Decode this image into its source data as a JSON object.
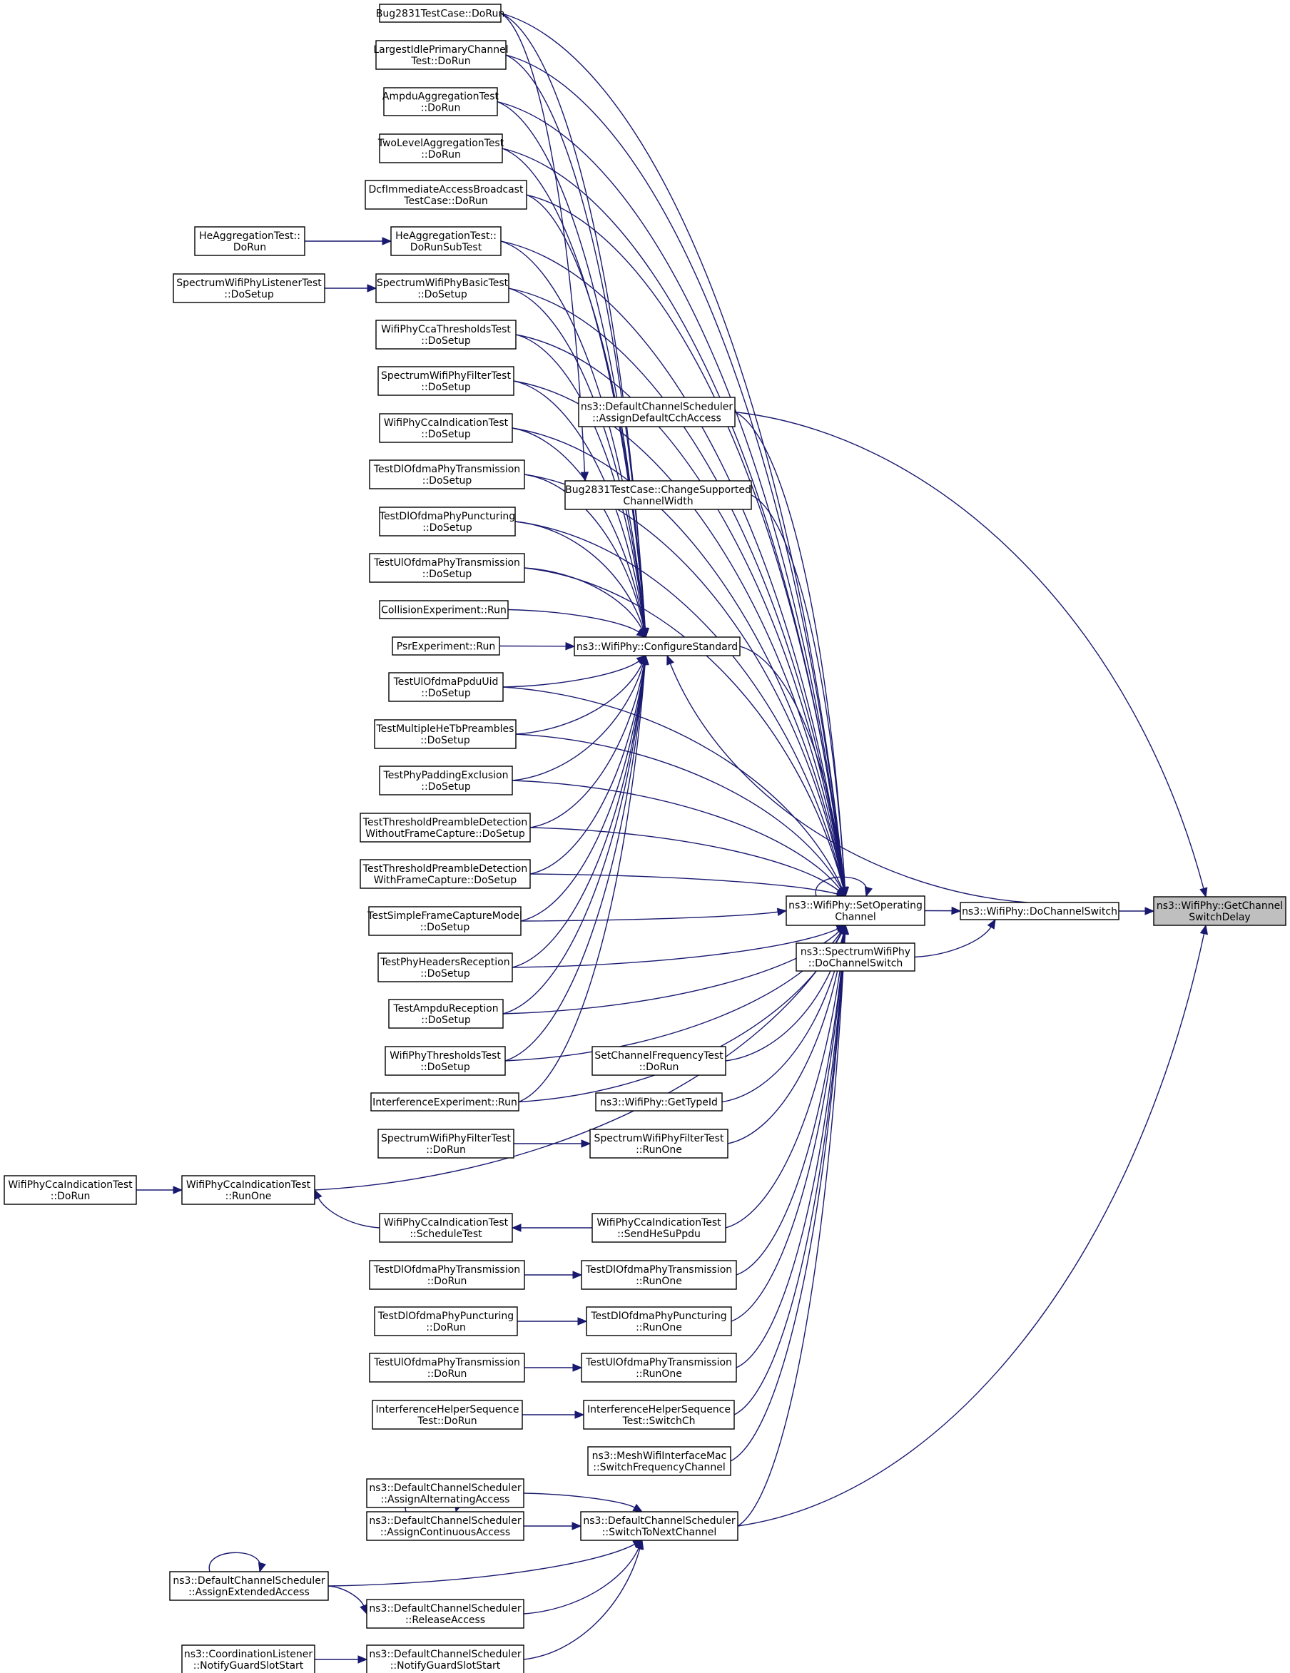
{
  "diagram": {
    "type": "call-graph",
    "edge_color": "#191970",
    "root_fill": "#bfbfbf",
    "nodes": [
      {
        "id": "getswitch",
        "lines": [
          "ns3::WifiPhy::GetChannel",
          "SwitchDelay"
        ],
        "root": true
      },
      {
        "id": "dochannelswitch",
        "lines": [
          "ns3::WifiPhy::DoChannelSwitch"
        ]
      },
      {
        "id": "specdcs",
        "lines": [
          "ns3::SpectrumWifiPhy",
          "::DoChannelSwitch"
        ]
      },
      {
        "id": "setop",
        "lines": [
          "ns3::WifiPhy::SetOperating",
          "Channel"
        ]
      },
      {
        "id": "configstd",
        "lines": [
          "ns3::WifiPhy::ConfigureStandard"
        ]
      },
      {
        "id": "assigndefault",
        "lines": [
          "ns3::DefaultChannelScheduler",
          "::AssignDefaultCchAccess"
        ]
      },
      {
        "id": "changesupported",
        "lines": [
          "Bug2831TestCase::ChangeSupported",
          "ChannelWidth"
        ]
      },
      {
        "id": "switchnext",
        "lines": [
          "ns3::DefaultChannelScheduler",
          "::SwitchToNextChannel"
        ]
      },
      {
        "id": "bug2831",
        "lines": [
          "Bug2831TestCase::DoRun"
        ]
      },
      {
        "id": "largestidle",
        "lines": [
          "LargestIdlePrimaryChannel",
          "Test::DoRun"
        ]
      },
      {
        "id": "ampduagg",
        "lines": [
          "AmpduAggregationTest",
          "::DoRun"
        ]
      },
      {
        "id": "twolevel",
        "lines": [
          "TwoLevelAggregationTest",
          "::DoRun"
        ]
      },
      {
        "id": "dcfimm",
        "lines": [
          "DcfImmediateAccessBroadcast",
          "TestCase::DoRun"
        ]
      },
      {
        "id": "heaggsub",
        "lines": [
          "HeAggregationTest::",
          "DoRunSubTest"
        ]
      },
      {
        "id": "heaggrun",
        "lines": [
          "HeAggregationTest::",
          "DoRun"
        ]
      },
      {
        "id": "specbasic",
        "lines": [
          "SpectrumWifiPhyBasicTest",
          "::DoSetup"
        ]
      },
      {
        "id": "speclistener",
        "lines": [
          "SpectrumWifiPhyListenerTest",
          "::DoSetup"
        ]
      },
      {
        "id": "ccathresh",
        "lines": [
          "WifiPhyCcaThresholdsTest",
          "::DoSetup"
        ]
      },
      {
        "id": "specfiltersetup",
        "lines": [
          "SpectrumWifiPhyFilterTest",
          "::DoSetup"
        ]
      },
      {
        "id": "ccaindsetup",
        "lines": [
          "WifiPhyCcaIndicationTest",
          "::DoSetup"
        ]
      },
      {
        "id": "dltxsetup",
        "lines": [
          "TestDlOfdmaPhyTransmission",
          "::DoSetup"
        ]
      },
      {
        "id": "dlpuncsetup",
        "lines": [
          "TestDlOfdmaPhyPuncturing",
          "::DoSetup"
        ]
      },
      {
        "id": "ultxsetup",
        "lines": [
          "TestUlOfdmaPhyTransmission",
          "::DoSetup"
        ]
      },
      {
        "id": "collision",
        "lines": [
          "CollisionExperiment::Run"
        ]
      },
      {
        "id": "psr",
        "lines": [
          "PsrExperiment::Run"
        ]
      },
      {
        "id": "ulppdu",
        "lines": [
          "TestUlOfdmaPpduUid",
          "::DoSetup"
        ]
      },
      {
        "id": "multihetb",
        "lines": [
          "TestMultipleHeTbPreambles",
          "::DoSetup"
        ]
      },
      {
        "id": "padding",
        "lines": [
          "TestPhyPaddingExclusion",
          "::DoSetup"
        ]
      },
      {
        "id": "threshwithout",
        "lines": [
          "TestThresholdPreambleDetection",
          "WithoutFrameCapture::DoSetup"
        ]
      },
      {
        "id": "threshwith",
        "lines": [
          "TestThresholdPreambleDetection",
          "WithFrameCapture::DoSetup"
        ]
      },
      {
        "id": "simplecapture",
        "lines": [
          "TestSimpleFrameCaptureModel",
          "::DoSetup"
        ]
      },
      {
        "id": "headers",
        "lines": [
          "TestPhyHeadersReception",
          "::DoSetup"
        ]
      },
      {
        "id": "ampdurx",
        "lines": [
          "TestAmpduReception",
          "::DoSetup"
        ]
      },
      {
        "id": "phythresh",
        "lines": [
          "WifiPhyThresholdsTest",
          "::DoSetup"
        ]
      },
      {
        "id": "interfexp",
        "lines": [
          "InterferenceExperiment::Run"
        ]
      },
      {
        "id": "setchanfreq",
        "lines": [
          "SetChannelFrequencyTest",
          "::DoRun"
        ]
      },
      {
        "id": "gettypeid",
        "lines": [
          "ns3::WifiPhy::GetTypeId"
        ]
      },
      {
        "id": "specfilterrunone",
        "lines": [
          "SpectrumWifiPhyFilterTest",
          "::RunOne"
        ]
      },
      {
        "id": "specfilterdorun",
        "lines": [
          "SpectrumWifiPhyFilterTest",
          "::DoRun"
        ]
      },
      {
        "id": "ccaindrunone",
        "lines": [
          "WifiPhyCcaIndicationTest",
          "::RunOne"
        ]
      },
      {
        "id": "ccainddorun",
        "lines": [
          "WifiPhyCcaIndicationTest",
          "::DoRun"
        ]
      },
      {
        "id": "ccaindsched",
        "lines": [
          "WifiPhyCcaIndicationTest",
          "::ScheduleTest"
        ]
      },
      {
        "id": "ccaindsend",
        "lines": [
          "WifiPhyCcaIndicationTest",
          "::SendHeSuPpdu"
        ]
      },
      {
        "id": "dltxdorun",
        "lines": [
          "TestDlOfdmaPhyTransmission",
          "::DoRun"
        ]
      },
      {
        "id": "dltxrunone",
        "lines": [
          "TestDlOfdmaPhyTransmission",
          "::RunOne"
        ]
      },
      {
        "id": "dlpuncdorun",
        "lines": [
          "TestDlOfdmaPhyPuncturing",
          "::DoRun"
        ]
      },
      {
        "id": "dlpuncrunone",
        "lines": [
          "TestDlOfdmaPhyPuncturing",
          "::RunOne"
        ]
      },
      {
        "id": "ultxdorun",
        "lines": [
          "TestUlOfdmaPhyTransmission",
          "::DoRun"
        ]
      },
      {
        "id": "ultxrunone",
        "lines": [
          "TestUlOfdmaPhyTransmission",
          "::RunOne"
        ]
      },
      {
        "id": "ihsdorun",
        "lines": [
          "InterferenceHelperSequence",
          "Test::DoRun"
        ]
      },
      {
        "id": "ihsswitch",
        "lines": [
          "InterferenceHelperSequence",
          "Test::SwitchCh"
        ]
      },
      {
        "id": "meshswitch",
        "lines": [
          "ns3::MeshWifiInterfaceMac",
          "::SwitchFrequencyChannel"
        ]
      },
      {
        "id": "assignalt",
        "lines": [
          "ns3::DefaultChannelScheduler",
          "::AssignAlternatingAccess"
        ]
      },
      {
        "id": "assigncont",
        "lines": [
          "ns3::DefaultChannelScheduler",
          "::AssignContinuousAccess"
        ]
      },
      {
        "id": "assignext",
        "lines": [
          "ns3::DefaultChannelScheduler",
          "::AssignExtendedAccess"
        ]
      },
      {
        "id": "release",
        "lines": [
          "ns3::DefaultChannelScheduler",
          "::ReleaseAccess"
        ]
      },
      {
        "id": "notifyguard",
        "lines": [
          "ns3::DefaultChannelScheduler",
          "::NotifyGuardSlotStart"
        ]
      },
      {
        "id": "coordnotify",
        "lines": [
          "ns3::CoordinationListener",
          "::NotifyGuardSlotStart"
        ]
      }
    ],
    "edges": [
      [
        "dochannelswitch",
        "getswitch"
      ],
      [
        "assigndefault",
        "getswitch"
      ],
      [
        "switchnext",
        "getswitch"
      ],
      [
        "setop",
        "dochannelswitch"
      ],
      [
        "specdcs",
        "dochannelswitch"
      ],
      [
        "dochannelswitch",
        "configstd"
      ],
      [
        "setop",
        "setop"
      ],
      [
        "configstd",
        "setop"
      ],
      [
        "assigndefault",
        "setop"
      ],
      [
        "changesupported",
        "setop"
      ],
      [
        "bug2831",
        "setop"
      ],
      [
        "largestidle",
        "setop"
      ],
      [
        "ampduagg",
        "setop"
      ],
      [
        "twolevel",
        "setop"
      ],
      [
        "dcfimm",
        "setop"
      ],
      [
        "heaggsub",
        "setop"
      ],
      [
        "specbasic",
        "setop"
      ],
      [
        "ccathresh",
        "setop"
      ],
      [
        "specfiltersetup",
        "setop"
      ],
      [
        "ccaindsetup",
        "setop"
      ],
      [
        "dltxsetup",
        "setop"
      ],
      [
        "dlpuncsetup",
        "setop"
      ],
      [
        "ultxsetup",
        "setop"
      ],
      [
        "ulppdu",
        "setop"
      ],
      [
        "multihetb",
        "setop"
      ],
      [
        "padding",
        "setop"
      ],
      [
        "threshwithout",
        "setop"
      ],
      [
        "threshwith",
        "setop"
      ],
      [
        "simplecapture",
        "setop"
      ],
      [
        "headers",
        "setop"
      ],
      [
        "ampdurx",
        "setop"
      ],
      [
        "phythresh",
        "setop"
      ],
      [
        "interfexp",
        "setop"
      ],
      [
        "setchanfreq",
        "setop"
      ],
      [
        "gettypeid",
        "setop"
      ],
      [
        "specfilterrunone",
        "setop"
      ],
      [
        "ccaindrunone",
        "setop"
      ],
      [
        "ccaindsend",
        "setop"
      ],
      [
        "dltxrunone",
        "setop"
      ],
      [
        "dlpuncrunone",
        "setop"
      ],
      [
        "ultxrunone",
        "setop"
      ],
      [
        "ihsswitch",
        "setop"
      ],
      [
        "meshswitch",
        "setop"
      ],
      [
        "switchnext",
        "setop"
      ],
      [
        "bug2831",
        "configstd"
      ],
      [
        "largestidle",
        "configstd"
      ],
      [
        "ampduagg",
        "configstd"
      ],
      [
        "twolevel",
        "configstd"
      ],
      [
        "dcfimm",
        "configstd"
      ],
      [
        "heaggsub",
        "configstd"
      ],
      [
        "specbasic",
        "configstd"
      ],
      [
        "ccathresh",
        "configstd"
      ],
      [
        "specfiltersetup",
        "configstd"
      ],
      [
        "ccaindsetup",
        "configstd"
      ],
      [
        "dltxsetup",
        "configstd"
      ],
      [
        "dlpuncsetup",
        "configstd"
      ],
      [
        "ultxsetup",
        "configstd"
      ],
      [
        "collision",
        "configstd"
      ],
      [
        "psr",
        "configstd"
      ],
      [
        "ulppdu",
        "configstd"
      ],
      [
        "multihetb",
        "configstd"
      ],
      [
        "padding",
        "configstd"
      ],
      [
        "threshwithout",
        "configstd"
      ],
      [
        "threshwith",
        "configstd"
      ],
      [
        "simplecapture",
        "configstd"
      ],
      [
        "headers",
        "configstd"
      ],
      [
        "ampdurx",
        "configstd"
      ],
      [
        "phythresh",
        "configstd"
      ],
      [
        "interfexp",
        "configstd"
      ],
      [
        "bug2831",
        "changesupported"
      ],
      [
        "heaggrun",
        "heaggsub"
      ],
      [
        "speclistener",
        "specbasic"
      ],
      [
        "specfilterdorun",
        "specfilterrunone"
      ],
      [
        "ccainddorun",
        "ccaindrunone"
      ],
      [
        "ccaindsched",
        "ccaindrunone"
      ],
      [
        "ccaindsend",
        "ccaindsched"
      ],
      [
        "dltxdorun",
        "dltxrunone"
      ],
      [
        "dlpuncdorun",
        "dlpuncrunone"
      ],
      [
        "ultxdorun",
        "ultxrunone"
      ],
      [
        "ihsdorun",
        "ihsswitch"
      ],
      [
        "assignalt",
        "switchnext"
      ],
      [
        "assigncont",
        "switchnext"
      ],
      [
        "assignext",
        "switchnext"
      ],
      [
        "release",
        "switchnext"
      ],
      [
        "notifyguard",
        "switchnext"
      ],
      [
        "assignext",
        "release"
      ],
      [
        "coordnotify",
        "notifyguard"
      ],
      [
        "assigncont",
        "assigncont"
      ],
      [
        "assignext",
        "assignext"
      ]
    ]
  }
}
